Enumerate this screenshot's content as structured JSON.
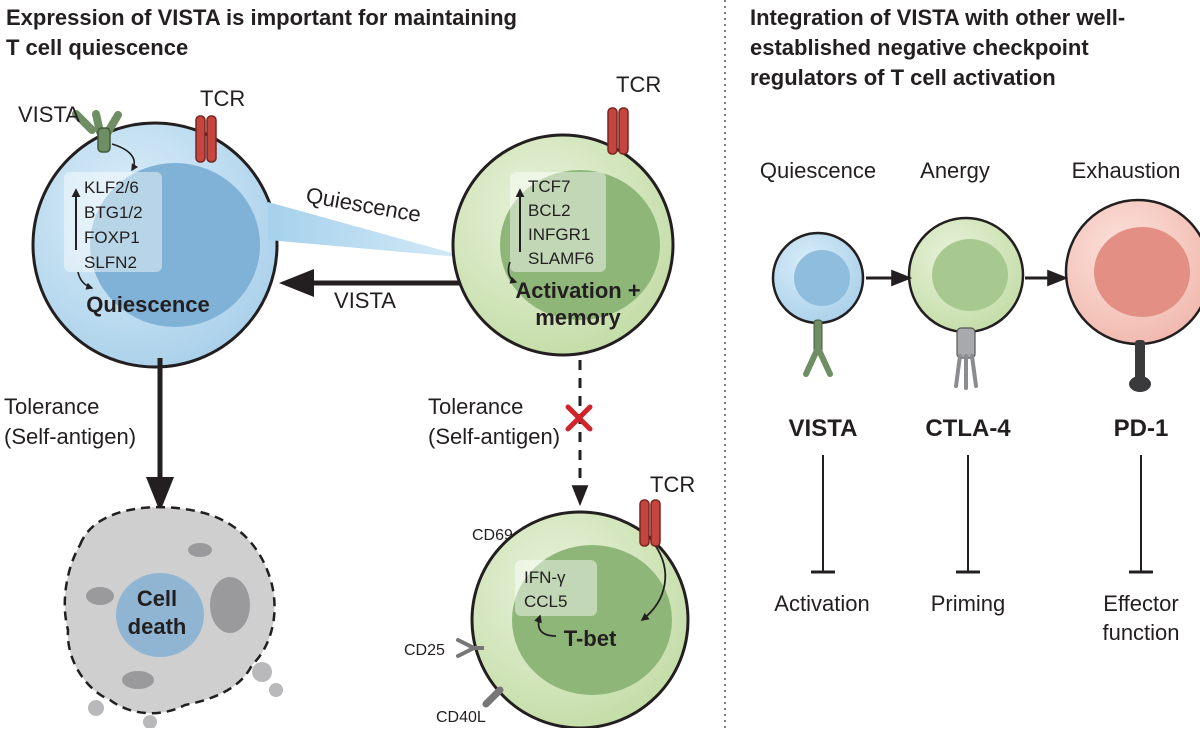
{
  "left_panel": {
    "title_line1": "Expression of VISTA is important for maintaining",
    "title_line2": "T cell quiescence",
    "quiescent_cell": {
      "vista_label": "VISTA",
      "tcr_label": "TCR",
      "genes": [
        "KLF2/6",
        "BTG1/2",
        "FOXP1",
        "SLFN2"
      ],
      "state_label": "Quiescence"
    },
    "quiescence_gradient_label": "Quiescence",
    "vista_arrow_label": "VISTA",
    "activated_cell": {
      "tcr_label": "TCR",
      "genes": [
        "TCF7",
        "BCL2",
        "INFGR1",
        "SLAMF6"
      ],
      "state_line1": "Activation +",
      "state_line2": "memory"
    },
    "left_tolerance": {
      "line1": "Tolerance",
      "line2": "(Self-antigen)"
    },
    "right_tolerance": {
      "line1": "Tolerance",
      "line2": "(Self-antigen)"
    },
    "dead_cell": {
      "line1": "Cell",
      "line2": "death"
    },
    "effector_cell": {
      "tcr_label": "TCR",
      "cd69_label": "CD69",
      "cd25_label": "CD25",
      "cd40l_label": "CD40L",
      "genes": [
        "IFN-γ",
        "CCL5"
      ],
      "state_label": "T-bet"
    }
  },
  "right_panel": {
    "title_line1": "Integration of VISTA with other well-",
    "title_line2": "established negative checkpoint",
    "title_line3": "regulators of T cell activation",
    "stages": [
      {
        "state": "Quiescence",
        "checkpoint": "VISTA",
        "inhibits": [
          "Activation"
        ],
        "color": "#bcdcef"
      },
      {
        "state": "Anergy",
        "checkpoint": "CTLA-4",
        "inhibits": [
          "Priming"
        ],
        "color": "#d9e9c4"
      },
      {
        "state": "Exhaustion",
        "checkpoint": "PD-1",
        "inhibits": [
          "Effector",
          "function"
        ],
        "color": "#f7cfc7"
      }
    ]
  }
}
